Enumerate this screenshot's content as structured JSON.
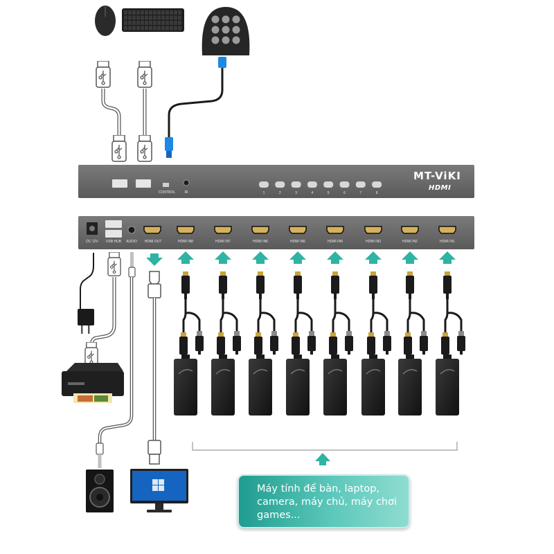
{
  "device": {
    "brand": "MT-ViKI",
    "hdmi_logo": "HDMI",
    "front": {
      "control_label": "CONTROL",
      "ir_label": "IR",
      "buttons": [
        "1",
        "2",
        "3",
        "4",
        "5",
        "6",
        "7",
        "8"
      ]
    },
    "back": {
      "dc_label": "DC 12V",
      "usb_hub_label": "USB HUB",
      "audio_label": "AUDIO",
      "hdmi_out_label": "HDMI OUT",
      "hdmi_in_labels": [
        "HDMI IN8",
        "HDMI IN7",
        "HDMI IN6",
        "HDMI IN5",
        "HDMI IN4",
        "HDMI IN3",
        "HDMI IN2",
        "HDMI IN1"
      ]
    }
  },
  "description": "Máy tính để bàn, laptop, camera, máy chủ, máy chơi games...",
  "colors": {
    "panel": "#6b6b6b",
    "arrow": "#2fb3a3",
    "box_start": "#1f9d90",
    "box_end": "#8fdcd0"
  },
  "icons": [
    "mouse-icon",
    "keyboard-icon",
    "keypad-icon",
    "usb-plug-icon",
    "power-adapter-icon",
    "printer-icon",
    "speaker-icon",
    "monitor-icon",
    "computer-box-icon",
    "up-arrow-icon"
  ]
}
